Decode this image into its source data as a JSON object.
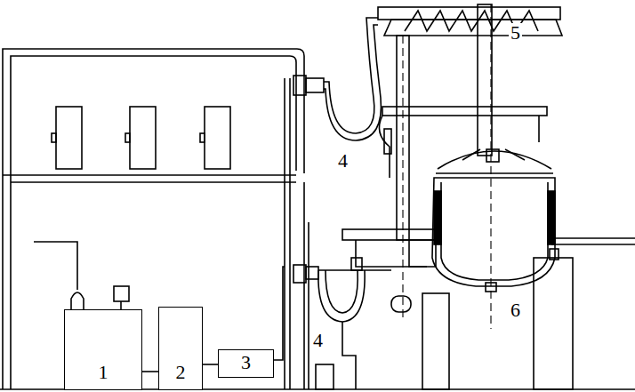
{
  "diagram": {
    "nodes": [
      {
        "text": [
          "1"
        ]
      },
      {
        "text": [
          "2"
        ]
      },
      {
        "text": [
          "3"
        ]
      }
    ],
    "edges": [
      {
        "from": 0,
        "to": 1,
        "arrow": "none"
      },
      {
        "from": 1,
        "to": 2,
        "arrow": "none"
      }
    ],
    "labels": [
      "4",
      "5",
      "4",
      "6"
    ]
  }
}
